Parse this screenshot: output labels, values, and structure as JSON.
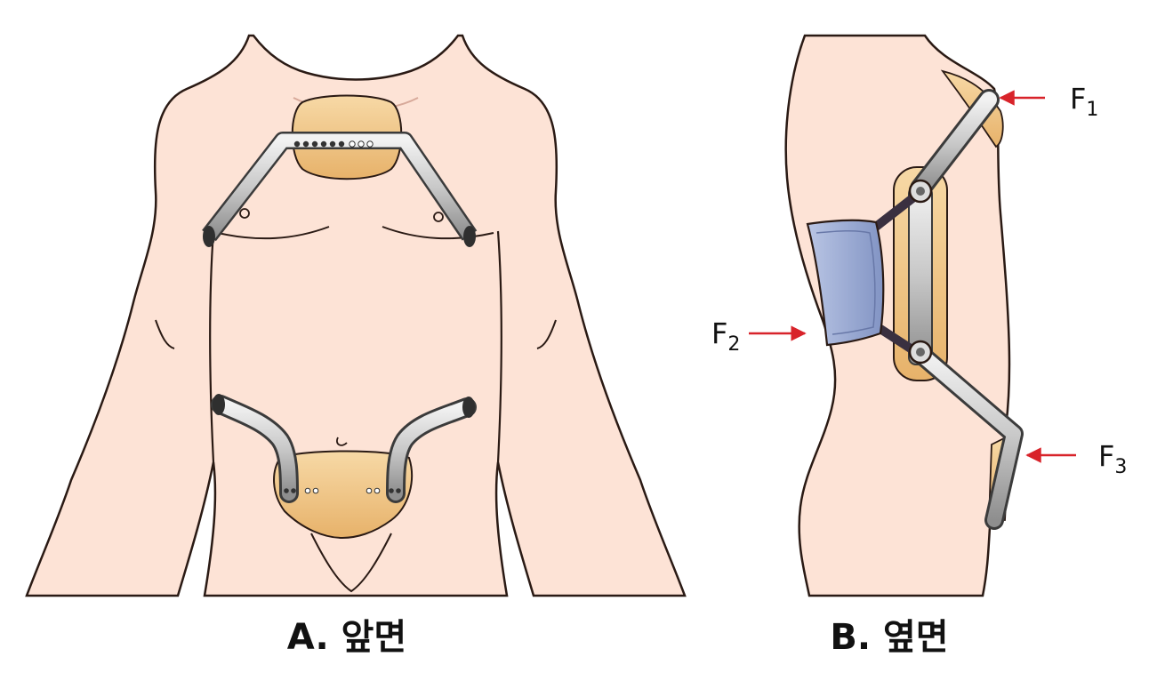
{
  "panels": [
    {
      "id": "front",
      "caption": "A. 앞면"
    },
    {
      "id": "side",
      "caption": "B. 옆면"
    }
  ],
  "forces": [
    {
      "id": "f1",
      "letter": "F",
      "sub": "1"
    },
    {
      "id": "f2",
      "letter": "F",
      "sub": "2"
    },
    {
      "id": "f3",
      "letter": "F",
      "sub": "3"
    }
  ],
  "colors": {
    "skin": "#fde3d6",
    "skin_outline": "#2a1a14",
    "pad": "#f0c37e",
    "metal": "#c9c9c9",
    "band": "#9aaad2",
    "arrow": "#d8232a"
  }
}
